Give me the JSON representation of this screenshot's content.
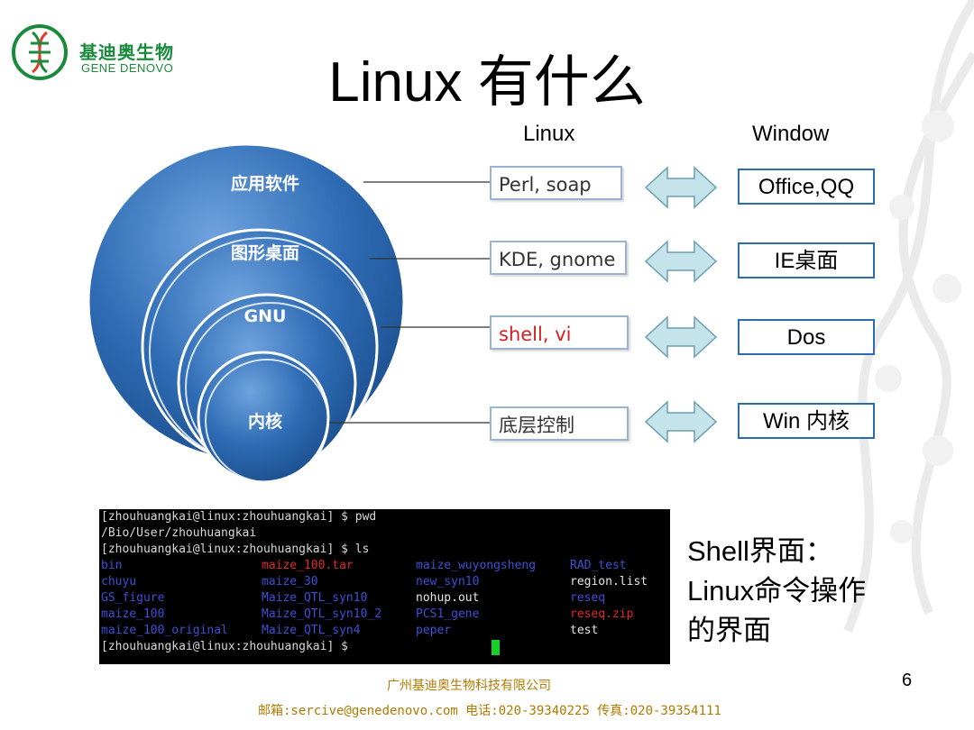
{
  "brand": {
    "name_cn": "基迪奥生物",
    "name_en": "GENE DENOVO",
    "green": "#1a8a3c"
  },
  "title": "Linux 有什么",
  "columns": {
    "left": "Linux",
    "right": "Window"
  },
  "layers": [
    {
      "label": "应用软件",
      "linux": "Perl, soap",
      "window": "Office,QQ"
    },
    {
      "label": "图形桌面",
      "linux": "KDE, gnome",
      "window": "IE桌面"
    },
    {
      "label": "GNU",
      "linux": "shell, vi",
      "window": "Dos"
    },
    {
      "label": "内核",
      "linux": "底层控制",
      "window": "Win 内核"
    }
  ],
  "colors": {
    "sphere": "#2f6cb5",
    "sphere_dark": "#1c4f8e",
    "box_border_right": "#2b6bb0",
    "box_border_left": "#9ab3d3",
    "arrow_fill": "#c5e3ea",
    "arrow_stroke": "#6a9fb0",
    "shell_vi": "#d42020"
  },
  "terminal": {
    "lines": [
      "[zhouhuangkai@linux:zhouhuangkai] $ pwd",
      "/Bio/User/zhouhuangkai",
      "[zhouhuangkai@linux:zhouhuangkai] $ ls"
    ],
    "listing": [
      [
        "bin",
        "maize_100.tar",
        "maize_wuyongsheng",
        "RAD_test"
      ],
      [
        "chuyu",
        "maize_30",
        "new_syn10",
        "region.list"
      ],
      [
        "GS_figure",
        "Maize_QTL_syn10",
        "nohup.out",
        "reseq"
      ],
      [
        "maize_100",
        "Maize_QTL_syn10_2",
        "PCS1_gene",
        "reseq.zip"
      ],
      [
        "maize_100_original",
        "Maize_QTL_syn4",
        "peper",
        "test"
      ]
    ],
    "prompt": "[zhouhuangkai@linux:zhouhuangkai] $ "
  },
  "shell_note": [
    "Shell界面：",
    "Linux命令操作",
    "的界面"
  ],
  "footer": {
    "company": "广州基迪奥生物科技有限公司",
    "contact": "邮箱:sercive@genedenovo.com  电话:020-39340225 传真:020-39354111"
  },
  "page_number": "6"
}
